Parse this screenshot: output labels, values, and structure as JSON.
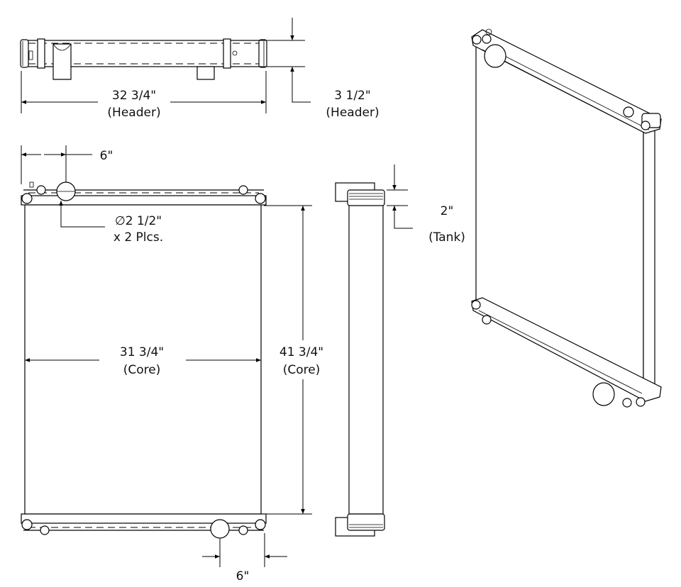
{
  "dimensions": {
    "header_width": {
      "value": "32 3/4\"",
      "label": "(Header)"
    },
    "header_height": {
      "value": "3 1/2\"",
      "label": "(Header)"
    },
    "inlet_offset": {
      "value": "6\""
    },
    "pipe_diameter": {
      "value": "∅2 1/2\"",
      "note": "x 2 Plcs."
    },
    "core_width": {
      "value": "31 3/4\"",
      "label": "(Core)"
    },
    "core_height": {
      "value": "41 3/4\"",
      "label": "(Core)"
    },
    "tank_depth": {
      "value": "2\"",
      "label": "(Tank)"
    },
    "outlet_offset": {
      "value": "6\""
    }
  }
}
